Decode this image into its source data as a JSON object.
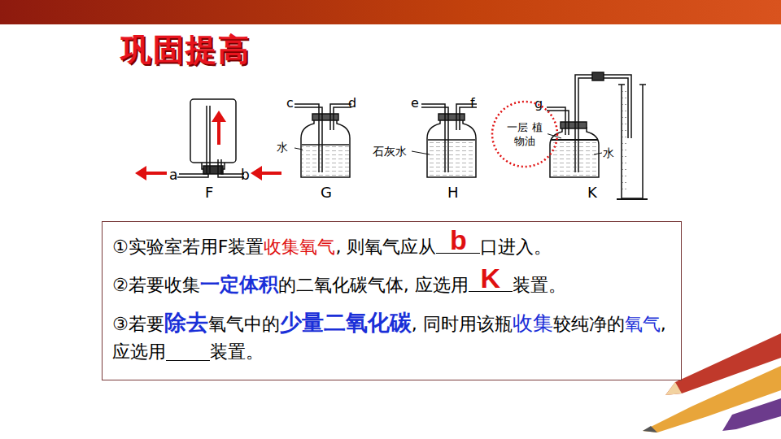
{
  "diagram": {
    "title": "巩固提高",
    "nodes": [
      {
        "text": [
          "一层 植物油"
        ]
      },
      {
        "text": [
          "①实验室若用F装置",
          "收集氧气",
          ", 则氧气应从",
          "b",
          "口进入。",
          "②若要收集",
          "一定体积",
          "的二氧化碳气体, 应选用",
          "K",
          "装置。",
          "③若要",
          "除去",
          "氧气中的",
          "少量二氧化碳",
          ", 同时用该瓶",
          "收集",
          "较纯净的",
          "氧气",
          ", 应选用",
          "装置。"
        ]
      }
    ],
    "labels": [
      "a",
      "b",
      "F",
      "c",
      "d",
      "水",
      "G",
      "e",
      "f",
      "石灰水",
      "H",
      "g",
      "水",
      "K"
    ]
  }
}
